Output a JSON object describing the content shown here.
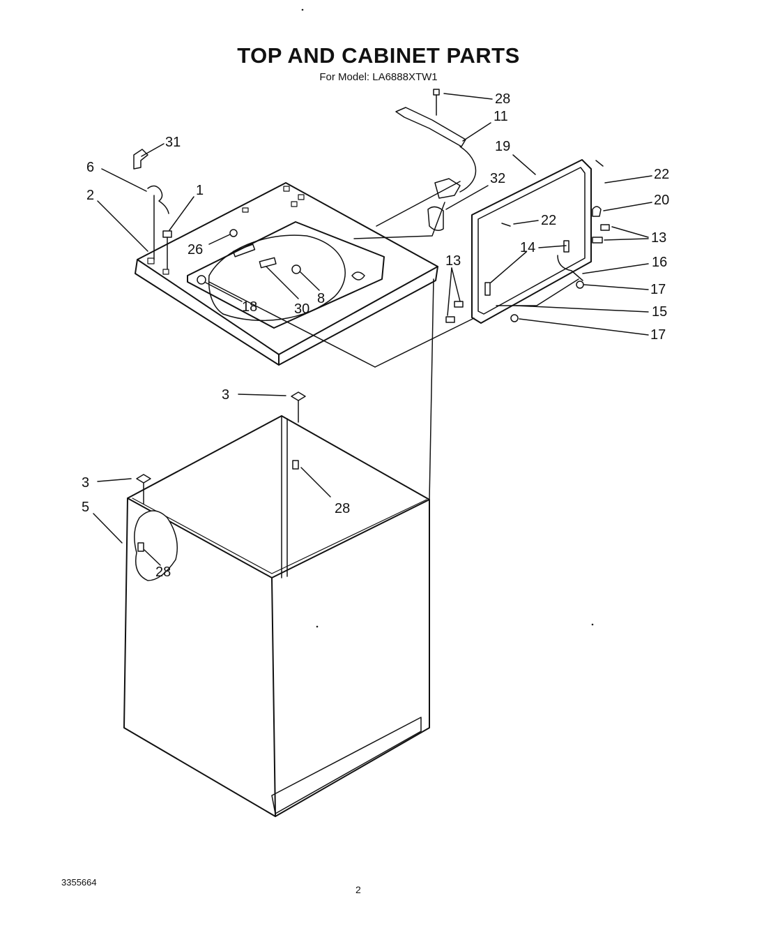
{
  "header": {
    "title": "TOP AND CABINET PARTS",
    "subtitle": "For Model: LA6888XTW1"
  },
  "callouts": {
    "c31": "31",
    "c6": "6",
    "c1": "1",
    "c2": "2",
    "c26": "26",
    "c18": "18",
    "c30": "30",
    "c8": "8",
    "c32": "32",
    "c28_top": "28",
    "c11": "11",
    "c19": "19",
    "c22_right": "22",
    "c20": "20",
    "c22_inner": "22",
    "c13_right": "13",
    "c14": "14",
    "c16": "16",
    "c13_left": "13",
    "c17_top": "17",
    "c15": "15",
    "c17_bottom": "17",
    "c3_right": "3",
    "c3_left": "3",
    "c5": "5",
    "c28_mid": "28",
    "c28_panel": "28"
  },
  "footer": {
    "part_number": "3355664",
    "page_number": "2"
  }
}
